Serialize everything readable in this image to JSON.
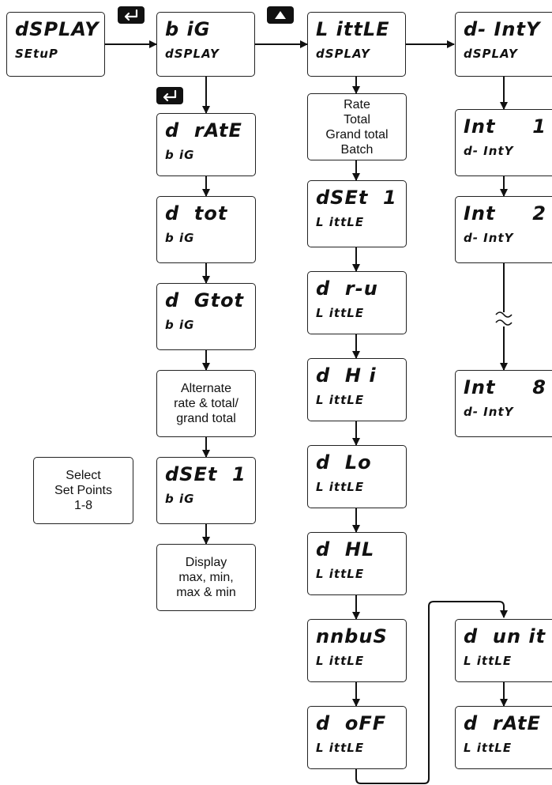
{
  "colors": {
    "line": "#111111",
    "box_border": "#222222",
    "key_bg": "#111111",
    "key_fg": "#ffffff"
  },
  "icons": {
    "enter_key": "enter-return-icon",
    "up_key": "up-arrow-icon",
    "break": "wavy-break-icon"
  },
  "boxes": {
    "display_setup": {
      "l1": "dSPLAY",
      "l2": "SEtuP"
    },
    "big_display": {
      "l1": "b iG",
      "l2": "dSPLAY"
    },
    "little_display": {
      "l1": "L ittLE",
      "l2": "dSPLAY"
    },
    "d_inty_display": {
      "l1": "d- IntY",
      "l2": "dSPLAY"
    },
    "d_rate_big": {
      "l1": "d  rAtE",
      "l2": "b iG"
    },
    "d_tot_big": {
      "l1": "d  tot",
      "l2": "b iG"
    },
    "d_gtot_big": {
      "l1": "d  Gtot",
      "l2": "b iG"
    },
    "dset1_big": {
      "l1": "dSEt  1",
      "l2": "b iG"
    },
    "dset1_little": {
      "l1": "dSEt  1",
      "l2": "L ittLE"
    },
    "d_ru_little": {
      "l1": "d  r-u",
      "l2": "L ittLE"
    },
    "d_hi_little": {
      "l1": "d  H i",
      "l2": "L ittLE"
    },
    "d_lo_little": {
      "l1": "d  Lo",
      "l2": "L ittLE"
    },
    "d_hl_little": {
      "l1": "d  HL",
      "l2": "L ittLE"
    },
    "modbus_little": {
      "l1": "nnbuS",
      "l2": "L ittLE"
    },
    "d_off_little": {
      "l1": "d  oFF",
      "l2": "L ittLE"
    },
    "int1": {
      "l1": "Int     1",
      "l2": "d- IntY"
    },
    "int2": {
      "l1": "Int     2",
      "l2": "d- IntY"
    },
    "int8": {
      "l1": "Int     8",
      "l2": "d- IntY"
    },
    "d_unit_little": {
      "l1": "d  un it",
      "l2": "L ittLE"
    },
    "d_rate_little": {
      "l1": "d  rAtE",
      "l2": "L ittLE"
    }
  },
  "notes": {
    "rate_total": [
      "Rate",
      "Total",
      "Grand total",
      "Batch"
    ],
    "alternate": [
      "Alternate",
      "rate & total/",
      "grand total"
    ],
    "select_setpoints": [
      "Select",
      "Set Points",
      "1-8"
    ],
    "display_maxmin": [
      "Display",
      "max, min,",
      "max & min"
    ]
  }
}
